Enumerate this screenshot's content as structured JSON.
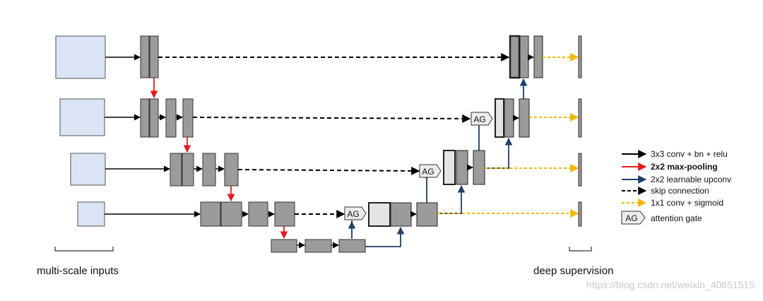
{
  "captions": {
    "inputs": "multi-scale inputs",
    "supervision": "deep supervision"
  },
  "attention_gate_label": "AG",
  "legend": [
    {
      "label": "3x3 conv + bn + relu",
      "style": "arrow-black",
      "bold": false
    },
    {
      "label": "2x2 max-pooling",
      "style": "arrow-red",
      "bold": true
    },
    {
      "label": "2x2 learnable upconv",
      "style": "arrow-navy",
      "bold": false
    },
    {
      "label": "skip connection",
      "style": "dashed-black",
      "bold": false
    },
    {
      "label": "1x1 conv + sigmoid",
      "style": "dashed-yellow",
      "bold": false
    },
    {
      "label": "attention gate",
      "style": "ag-box",
      "bold": false
    }
  ],
  "watermark": "https://blog.csdn.net/weixin_40651515",
  "colors": {
    "input_fill": "#dae4f5",
    "feature_fill": "#9b9b9b",
    "light_fill": "#e4e4e4",
    "pool_arrow": "#e31a1c",
    "upconv_arrow": "#1f3f66",
    "output_arrow": "#f2b705",
    "ag_fill": "#ececec"
  }
}
